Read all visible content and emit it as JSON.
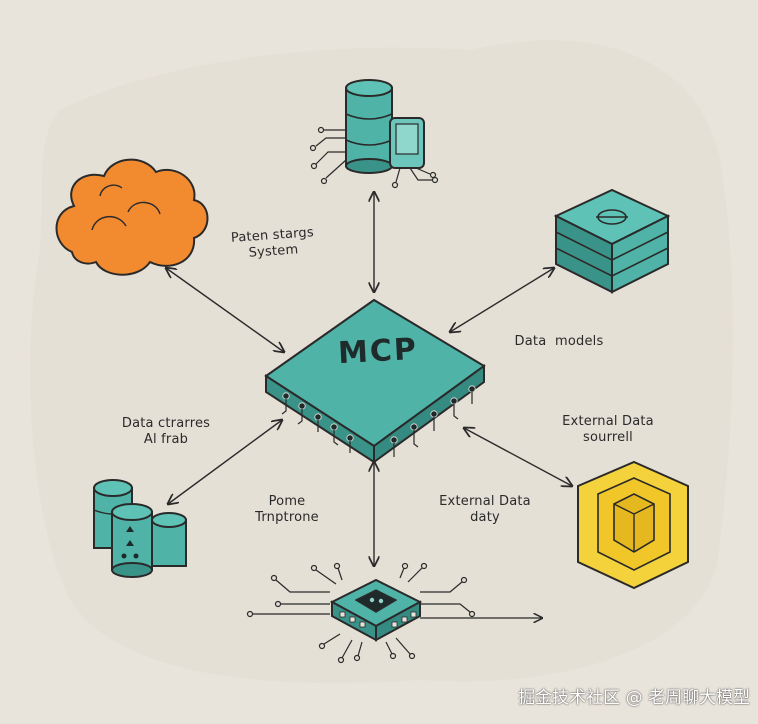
{
  "diagram": {
    "center_label": "MCP",
    "edge_labels": {
      "cloud": "Paten stargs\nSystem",
      "server": "Data  models",
      "db_left": "Data ctrarres\nAl frab",
      "cube": "External Data\nsourrell",
      "chip_left": "Pome\nTrnptrone",
      "chip_right": "External Data\ndaty"
    },
    "nodes": [
      {
        "id": "mcp-hub",
        "icon": "chip-hub-icon"
      },
      {
        "id": "database-top",
        "icon": "database-icon"
      },
      {
        "id": "cloud",
        "icon": "cloud-icon"
      },
      {
        "id": "server-stack",
        "icon": "server-icon"
      },
      {
        "id": "database-group",
        "icon": "database-cylinders-icon"
      },
      {
        "id": "data-cube",
        "icon": "cube-icon"
      },
      {
        "id": "microchip",
        "icon": "microchip-icon"
      }
    ],
    "colors": {
      "teal": "#4fb3a8",
      "teal_dark": "#3a9389",
      "orange": "#f28a30",
      "yellow": "#f3d23c",
      "ink": "#2a2a2a",
      "background": "#e9e4db"
    }
  },
  "watermark": "掘金技术社区 @ 老周聊大模型"
}
